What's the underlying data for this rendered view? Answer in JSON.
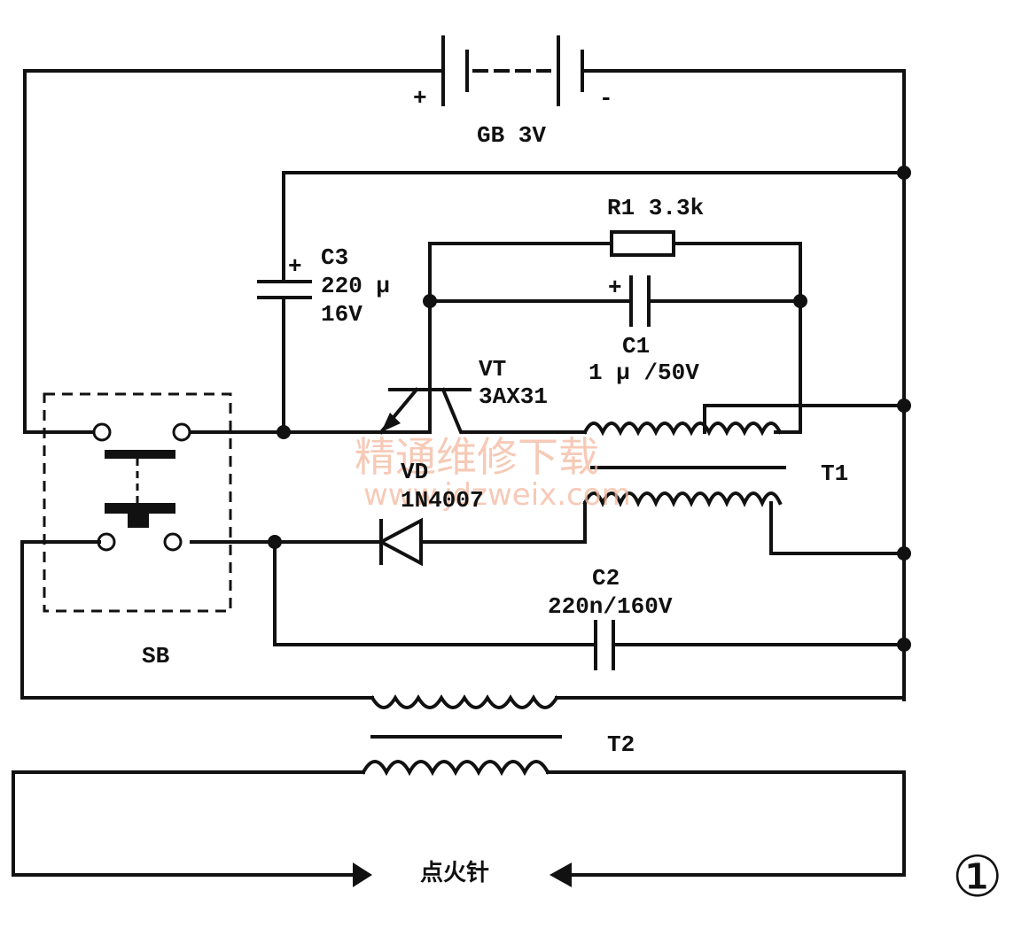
{
  "labels": {
    "battery_plus": "+",
    "battery_minus": "-",
    "battery": "GB 3V",
    "r1": "R1 3.3k",
    "c3_name": "C3",
    "c3_value": "220 µ",
    "c3_voltage": "16V",
    "c3_plus": "+",
    "c1_plus": "+",
    "c1_name": "C1",
    "c1_value": "1 µ /50V",
    "vt_name": "VT",
    "vt_part": "3AX31",
    "vd_name": "VD",
    "vd_part": "1N4007",
    "t1": "T1",
    "c2_name": "C2",
    "c2_value": "220n/160V",
    "sb": "SB",
    "t2": "T2",
    "needle": "点火针",
    "figure_number": "①"
  },
  "watermark": {
    "line1": "精通维修下载",
    "line2": "www.jdzweix.com"
  }
}
